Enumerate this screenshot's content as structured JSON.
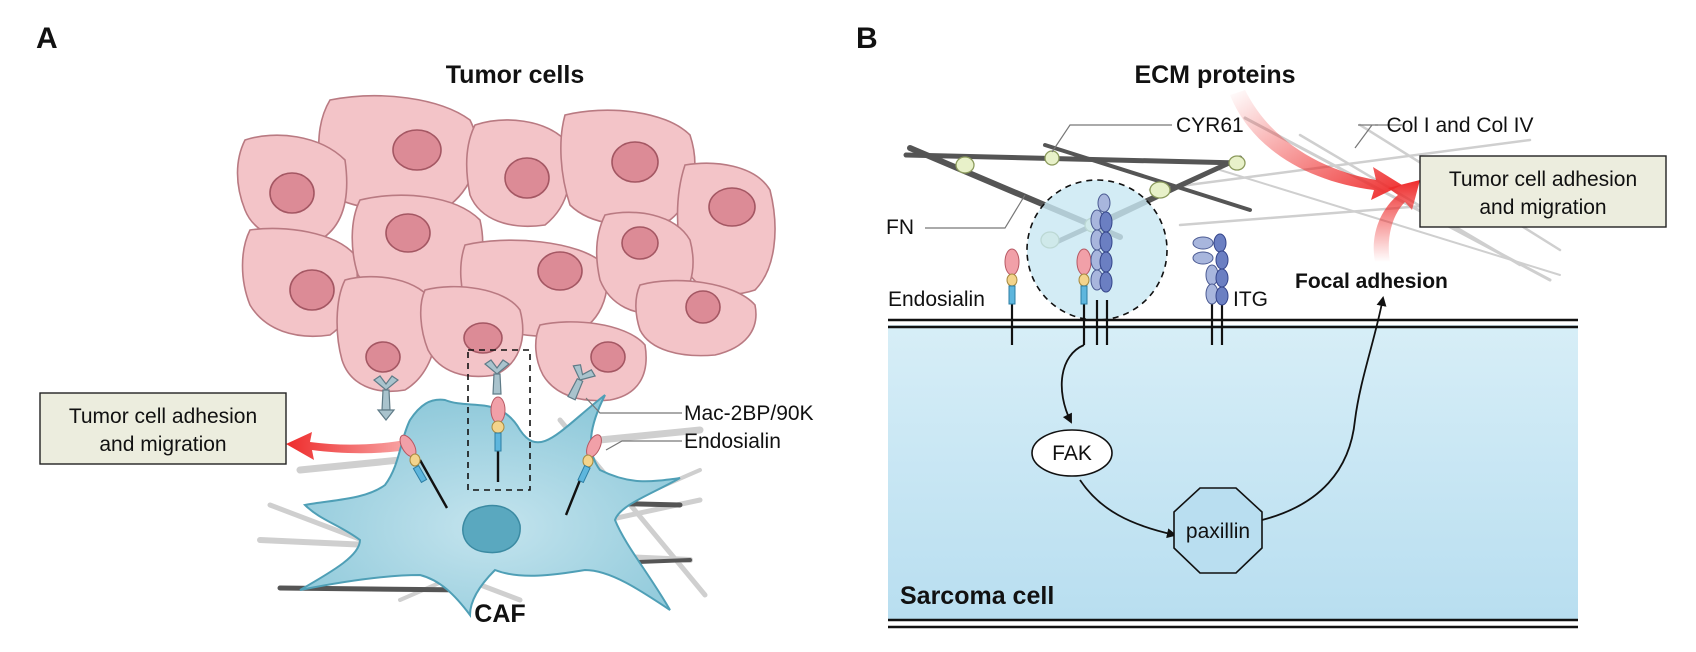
{
  "panel_a": {
    "letter": "A",
    "title": "Tumor cells",
    "outcome_box": [
      "Tumor cell adhesion",
      "and migration"
    ],
    "label_mac2bp": "Mac-2BP/90K",
    "label_endosialin": "Endosialin",
    "label_caf": "CAF"
  },
  "panel_b": {
    "letter": "B",
    "title": "ECM proteins",
    "label_cyr61": "CYR61",
    "label_col": "Col I and Col IV",
    "label_fn": "FN",
    "label_endosialin": "Endosialin",
    "label_itg": "ITG",
    "label_focal": "Focal adhesion",
    "outcome_box": [
      "Tumor cell adhesion",
      "and migration"
    ],
    "label_fak": "FAK",
    "label_paxillin": "paxillin",
    "label_cell": "Sarcoma cell"
  },
  "colors": {
    "tumor_cell": "#f3c4c8",
    "tumor_nucleus": "#dc8b96",
    "caf": "#a9d6e3",
    "sarcoma_cell": "#c7e6f2",
    "arrow": "#ee2b2b",
    "outcome_box": "#ecedde"
  }
}
